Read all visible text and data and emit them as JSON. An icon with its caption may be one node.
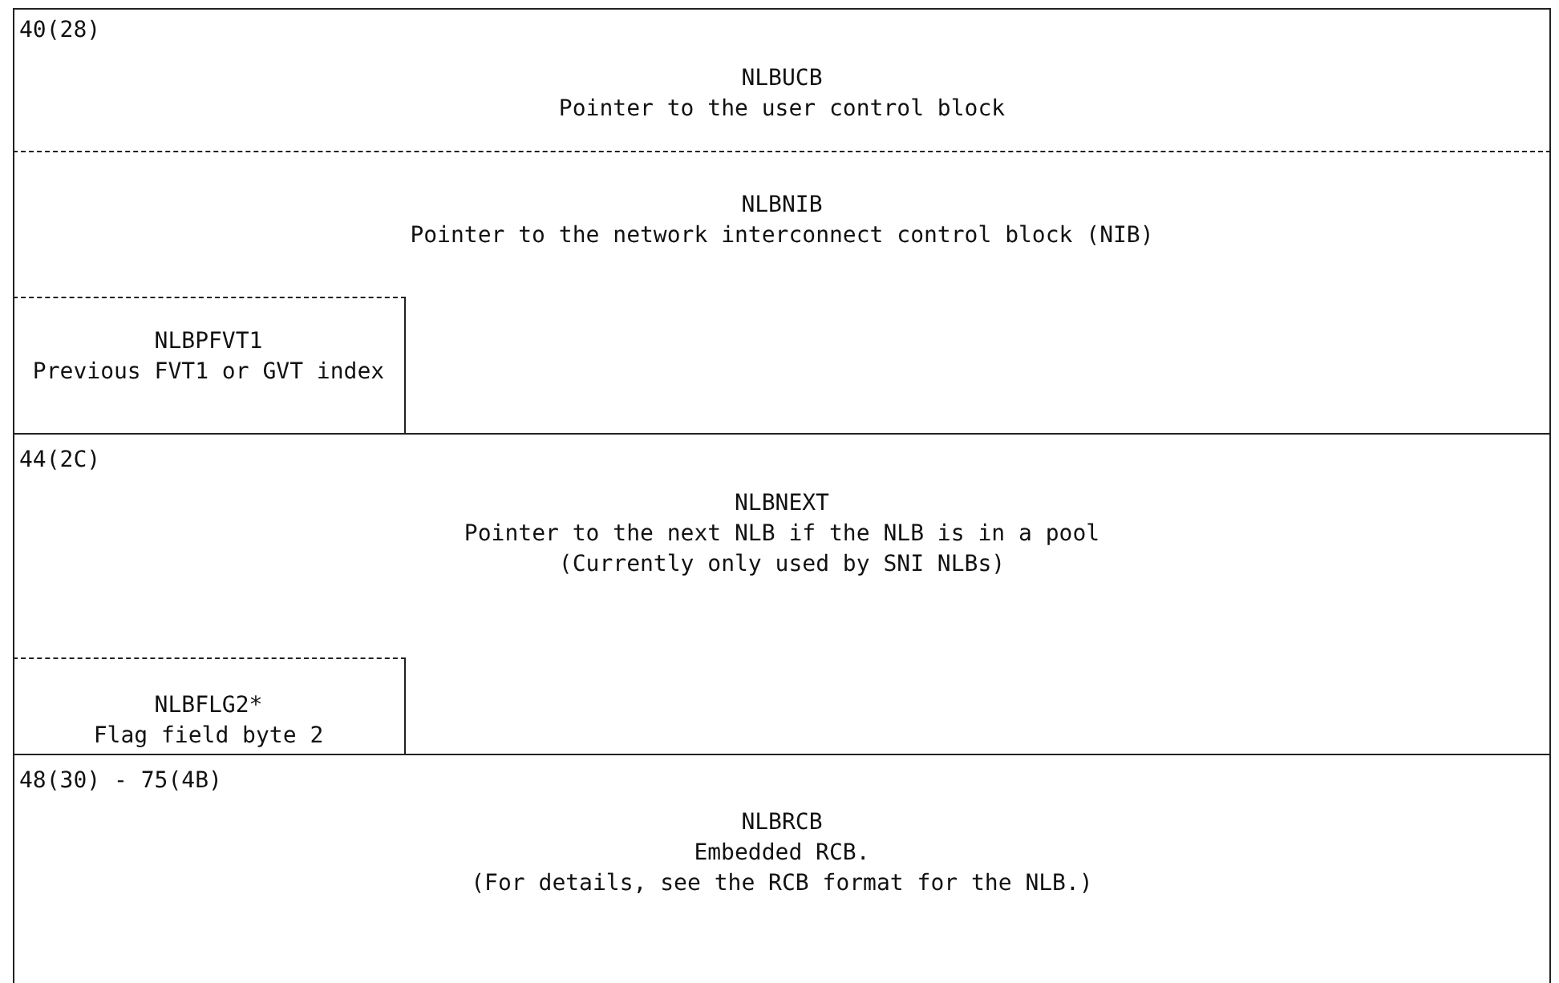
{
  "diagram": {
    "nodes": [
      {
        "text": [
          "NLBUCB",
          "Pointer to the user control block"
        ]
      },
      {
        "text": [
          "NLBNIB",
          "Pointer to the network interconnect control block (NIB)"
        ]
      },
      {
        "text": [
          "NLBPFVT1",
          "Previous FVT1 or GVT index"
        ]
      },
      {
        "text": [
          "NLBNEXT",
          "Pointer to the next NLB if the NLB is in a pool",
          "(Currently only used by SNI NLBs)"
        ]
      },
      {
        "text": [
          "NLBFLG2*",
          "Flag field byte 2"
        ]
      },
      {
        "text": [
          "NLBRCB",
          "Embedded RCB.",
          "(For details, see the RCB format for the NLB.)"
        ]
      }
    ],
    "labels": [
      "40(28)",
      "44(2C)",
      "48(30) - 75(4B)"
    ]
  }
}
